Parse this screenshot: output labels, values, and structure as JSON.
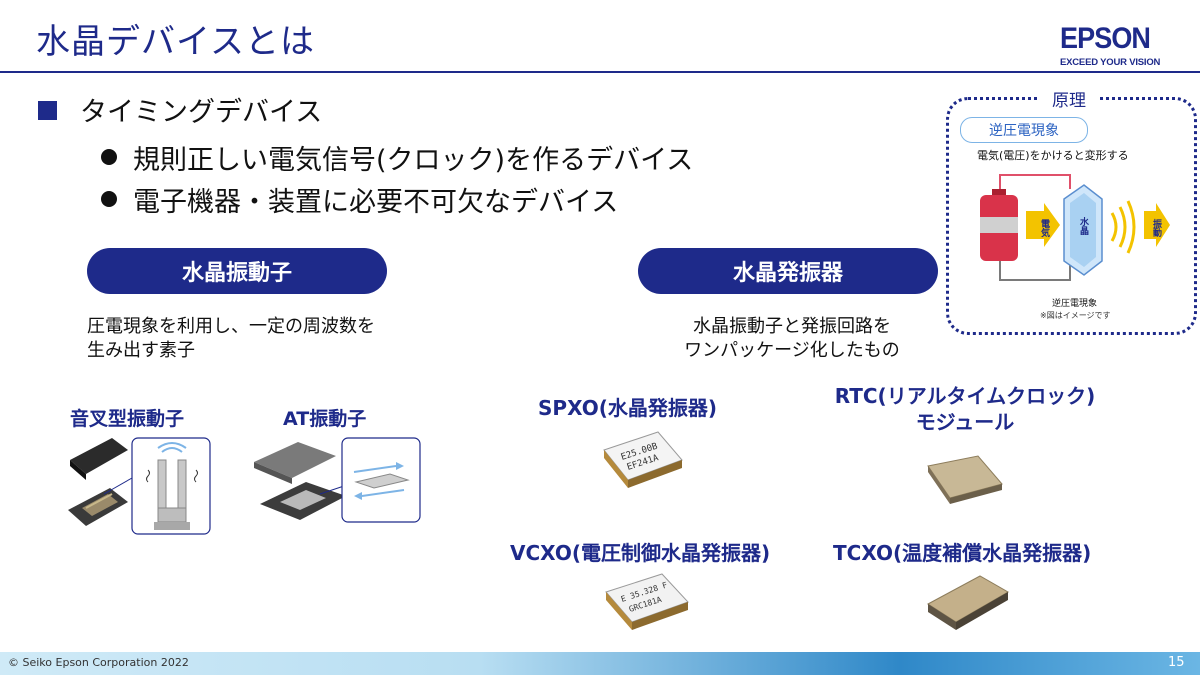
{
  "header": {
    "title": "水晶デバイスとは",
    "logo_word": "EPSON",
    "logo_tagline": "EXCEED YOUR VISION"
  },
  "main": {
    "heading": "タイミングデバイス",
    "bullets": [
      "規則正しい電気信号(クロック)を作るデバイス",
      "電子機器・装置に必要不可欠なデバイス"
    ]
  },
  "resonator": {
    "pill": "水晶振動子",
    "desc_lines": [
      "圧電現象を利用し、一定の周波数を",
      "生み出す素子"
    ],
    "types": [
      "音叉型振動子",
      "AT振動子"
    ]
  },
  "oscillator": {
    "pill": "水晶発振器",
    "desc_lines": [
      "水晶振動子と発振回路を",
      "ワンパッケージ化したもの"
    ],
    "spxo": "SPXO(水晶発振器)",
    "rtc_lines": [
      "RTC(リアルタイムクロック)",
      "モジュール"
    ],
    "vcxo": "VCXO(電圧制御水晶発振器)",
    "tcxo": "TCXO(温度補償水晶発振器)",
    "spxo_marking": [
      "E25.00B",
      "EF241A"
    ],
    "vcxo_marking": [
      "E 35.328 F",
      "GRC181A"
    ]
  },
  "principle": {
    "title": "原理",
    "effect": "逆圧電現象",
    "desc": "電気(電圧)をかけると変形する",
    "tag_electric": "電気",
    "tag_crystal": "水晶",
    "tag_vibration": "振動",
    "caption": "逆圧電現象",
    "note": "※図はイメージです"
  },
  "footer": {
    "copyright": "© Seiko Epson Corporation 2022",
    "page": "15"
  },
  "colors": {
    "brand_navy": "#1e2a8a",
    "accent_blue": "#2c63c2",
    "light_blue": "#7db4e6"
  }
}
